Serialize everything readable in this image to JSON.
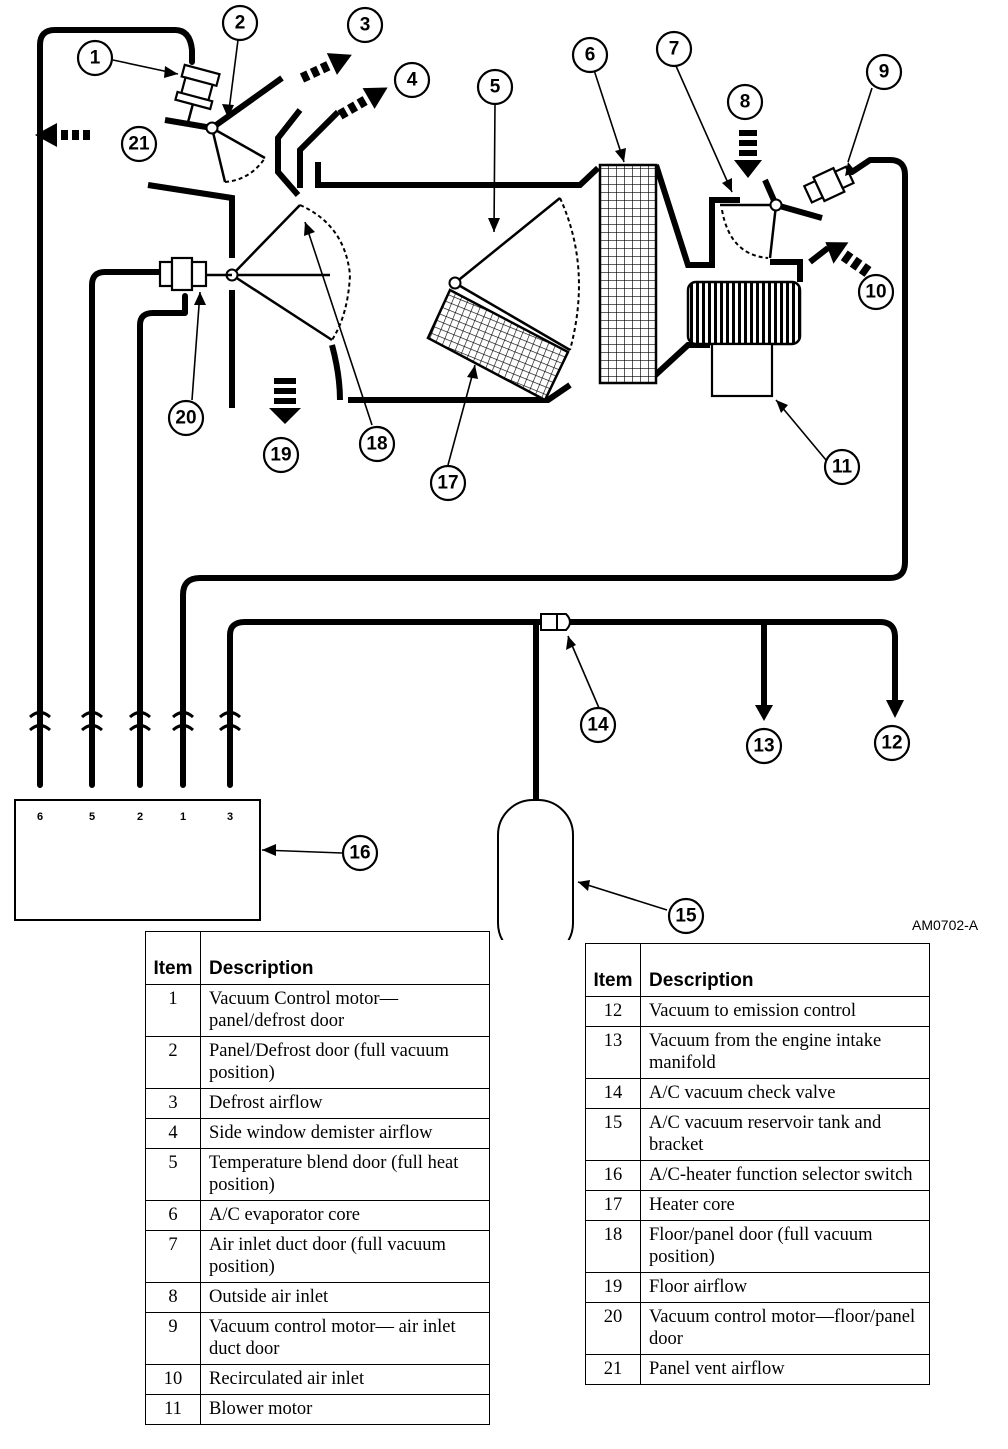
{
  "figure_code": "AM0702-A",
  "callouts": [
    "1",
    "2",
    "3",
    "4",
    "5",
    "6",
    "7",
    "8",
    "9",
    "10",
    "11",
    "12",
    "13",
    "14",
    "15",
    "16",
    "17",
    "18",
    "19",
    "20",
    "21"
  ],
  "switch_ports": [
    "6",
    "5",
    "2",
    "1",
    "3"
  ],
  "legend_left": {
    "header_item": "Item",
    "header_desc": "Description",
    "rows": [
      {
        "item": "1",
        "desc": "Vacuum Control motor—panel/defrost door"
      },
      {
        "item": "2",
        "desc": "Panel/Defrost door (full vacuum position)"
      },
      {
        "item": "3",
        "desc": "Defrost airflow"
      },
      {
        "item": "4",
        "desc": "Side window demister airflow"
      },
      {
        "item": "5",
        "desc": "Temperature blend door (full heat position)"
      },
      {
        "item": "6",
        "desc": "A/C evaporator core"
      },
      {
        "item": "7",
        "desc": "Air inlet duct door (full vacuum position)"
      },
      {
        "item": "8",
        "desc": "Outside air inlet"
      },
      {
        "item": "9",
        "desc": "Vacuum control motor— air inlet duct door"
      },
      {
        "item": "10",
        "desc": "Recirculated air inlet"
      },
      {
        "item": "11",
        "desc": "Blower motor"
      }
    ]
  },
  "legend_right": {
    "header_item": "Item",
    "header_desc": "Description",
    "rows": [
      {
        "item": "12",
        "desc": "Vacuum to emission control"
      },
      {
        "item": "13",
        "desc": "Vacuum from the engine intake manifold"
      },
      {
        "item": "14",
        "desc": "A/C vacuum check valve"
      },
      {
        "item": "15",
        "desc": "A/C vacuum reservoir tank and bracket"
      },
      {
        "item": "16",
        "desc": "A/C-heater function selector switch"
      },
      {
        "item": "17",
        "desc": "Heater core"
      },
      {
        "item": "18",
        "desc": "Floor/panel door (full vacuum position)"
      },
      {
        "item": "19",
        "desc": "Floor airflow"
      },
      {
        "item": "20",
        "desc": "Vacuum control motor—floor/panel door"
      },
      {
        "item": "21",
        "desc": "Panel vent airflow"
      }
    ]
  }
}
